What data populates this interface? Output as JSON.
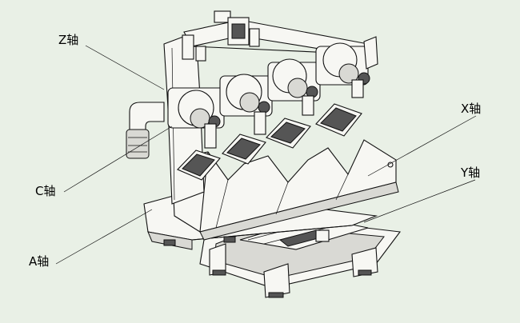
{
  "labels": {
    "z_axis": "Z轴",
    "x_axis": "X轴",
    "y_axis": "Y轴",
    "c_axis": "C轴",
    "a_axis": "A轴"
  },
  "colors": {
    "background": "#e9f0e6",
    "line": "#111111",
    "surface": "#f7f7f3"
  }
}
